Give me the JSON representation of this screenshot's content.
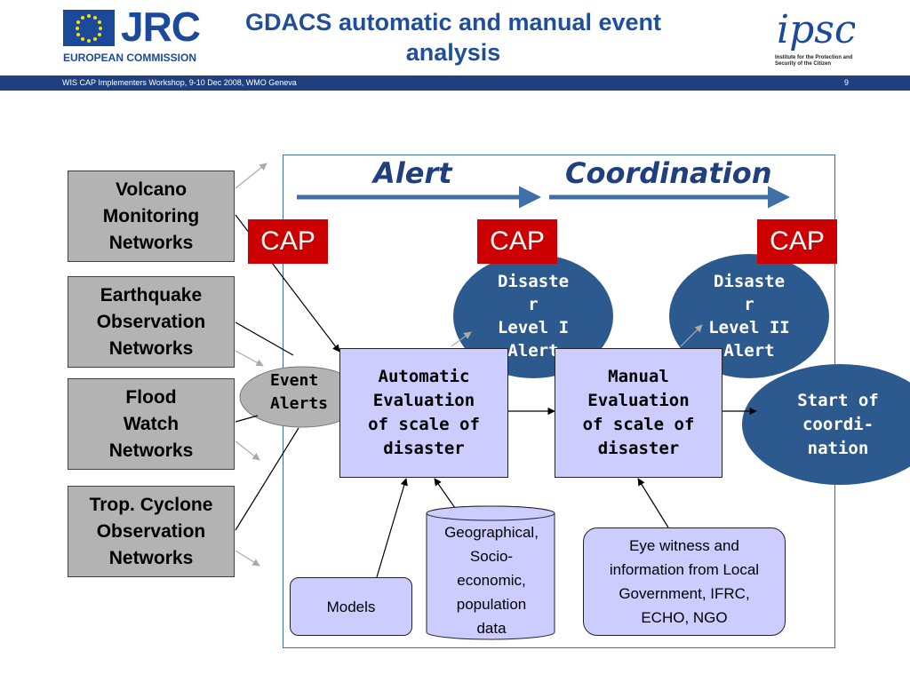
{
  "header": {
    "title": "GDACS automatic and manual event analysis",
    "jrc_logo_text": "JRC",
    "ec_text": "EUROPEAN COMMISSION",
    "ipsc_logo_text": "ipsc",
    "ipsc_subtitle": "Institute for the Protection and Security of the Citizen",
    "banner_text": "WIS CAP Implementers Workshop, 9-10 Dec 2008, WMO Geneva",
    "page_number": "9"
  },
  "networks": [
    "Volcano\nMonitoring\nNetworks",
    "Earthquake\nObservation\nNetworks",
    "Flood\nWatch\nNetworks",
    "Trop. Cyclone\nObservation\nNetworks"
  ],
  "phases": {
    "alert": "Alert",
    "coordination": "Coordination"
  },
  "cap_labels": [
    "CAP",
    "CAP",
    "CAP"
  ],
  "event_alerts": "Event\nAlerts",
  "disaster_level_1": "Disaste\nr\nLevel I\nAlert",
  "disaster_level_2": "Disaste\nr\nLevel II\nAlert",
  "auto_eval": "Automatic\nEvaluation\nof scale of\ndisaster",
  "manual_eval": "Manual\nEvaluation\nof scale of\ndisaster",
  "start_coord": "Start of\ncoordi-\nnation",
  "models": "Models",
  "geo_data": "Geographical,\nSocio-\neconomic,\npopulation\ndata",
  "eye_witness": "Eye witness and\ninformation from Local\nGovernment, IFRC,\nECHO, NGO",
  "colors": {
    "title_blue": "#1f4e9a",
    "banner_blue": "#1f3f7f",
    "cap_red": "#cc0000",
    "disaster_ellipse": "#2d5a8e",
    "eval_fill": "#ccccff",
    "network_gray": "#b3b3b3",
    "event_ellipse": "#b3b3b3"
  }
}
